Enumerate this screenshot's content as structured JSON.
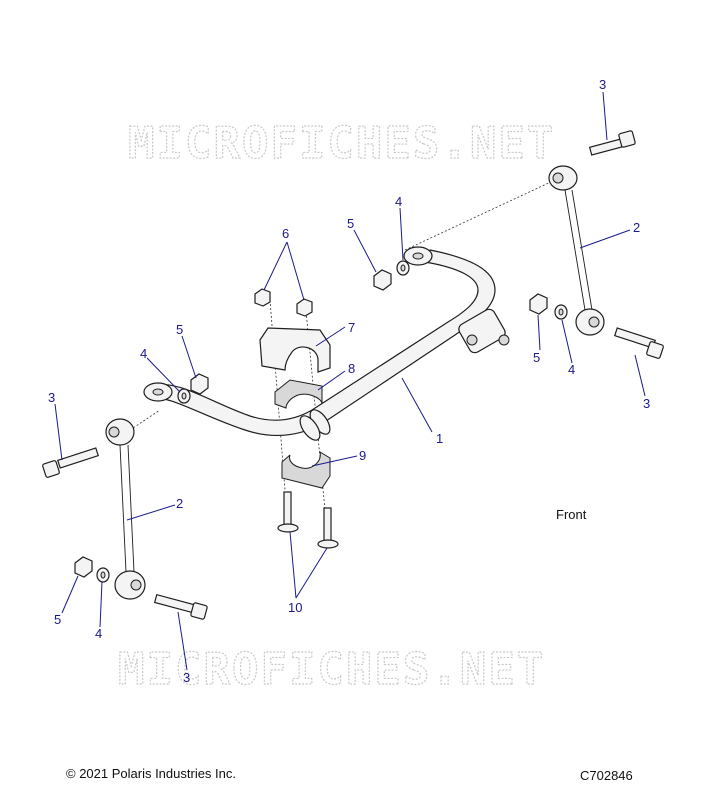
{
  "watermark": "MICROFICHES.NET",
  "front_label": "Front",
  "copyright": "© 2021 Polaris Industries Inc.",
  "diagram_code": "C702846",
  "callouts": {
    "c1": "1",
    "c2_right": "2",
    "c2_left": "2",
    "c3_top": "3",
    "c3_right": "3",
    "c3_left": "3",
    "c3_bottom": "3",
    "c4_top": "4",
    "c4_right": "4",
    "c4_left": "4",
    "c4_bottom": "4",
    "c5_top": "5",
    "c5_right": "5",
    "c5_left": "5",
    "c5_bottom": "5",
    "c6": "6",
    "c7": "7",
    "c8": "8",
    "c9": "9",
    "c10": "10"
  }
}
